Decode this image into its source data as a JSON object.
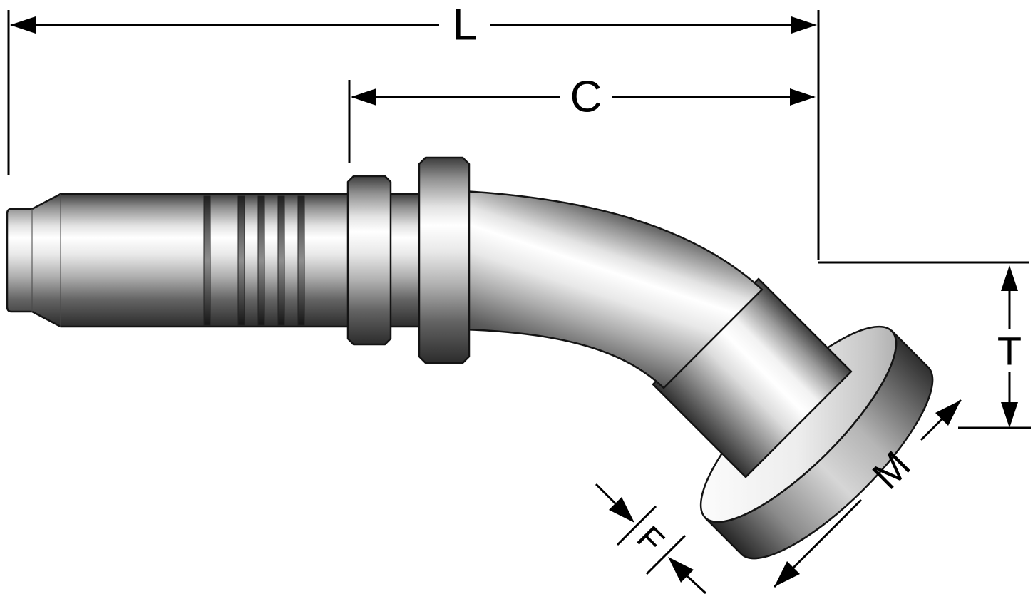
{
  "labels": {
    "overall_length": "L",
    "cut_off_length": "C",
    "drop_height": "T",
    "flange_diameter": "M",
    "flange_thickness": "F"
  },
  "style": {
    "background": "#ffffff",
    "line_color": "#000000",
    "metal_highlight": "#ffffff",
    "metal_midtone": "#b0b0b0",
    "metal_shadow": "#2c2c2c"
  }
}
